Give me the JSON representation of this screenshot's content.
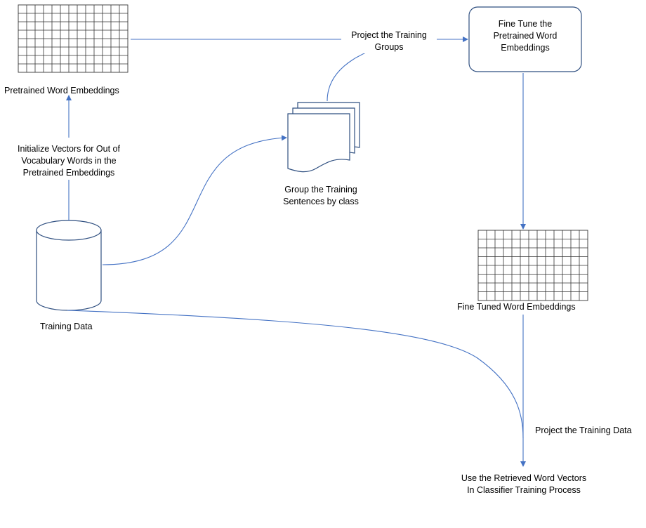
{
  "nodes": {
    "pretrained_embeddings": {
      "label": "Pretrained Word Embeddings"
    },
    "init_vectors": {
      "lines": [
        "Initialize Vectors for Out of",
        "Vocabulary Words in the",
        "Pretrained Embeddings"
      ]
    },
    "training_data": {
      "label": "Training Data"
    },
    "group_sentences": {
      "lines": [
        "Group the Training",
        "Sentences by class"
      ]
    },
    "fine_tune_box": {
      "lines": [
        "Fine Tune the",
        "Pretrained Word",
        "Embeddings"
      ]
    },
    "fine_tuned_embeddings": {
      "label": "Fine Tuned Word Embeddings"
    },
    "project_groups": {
      "lines": [
        "Project the Training",
        "Groups"
      ]
    },
    "project_data": {
      "label": "Project the Training Data"
    },
    "classifier": {
      "lines": [
        "Use the Retrieved Word Vectors",
        "In Classifier Training Process"
      ]
    }
  },
  "colors": {
    "arrow": "#4472c4",
    "shape_stroke": "#2f4f80",
    "grid": "#333333"
  }
}
